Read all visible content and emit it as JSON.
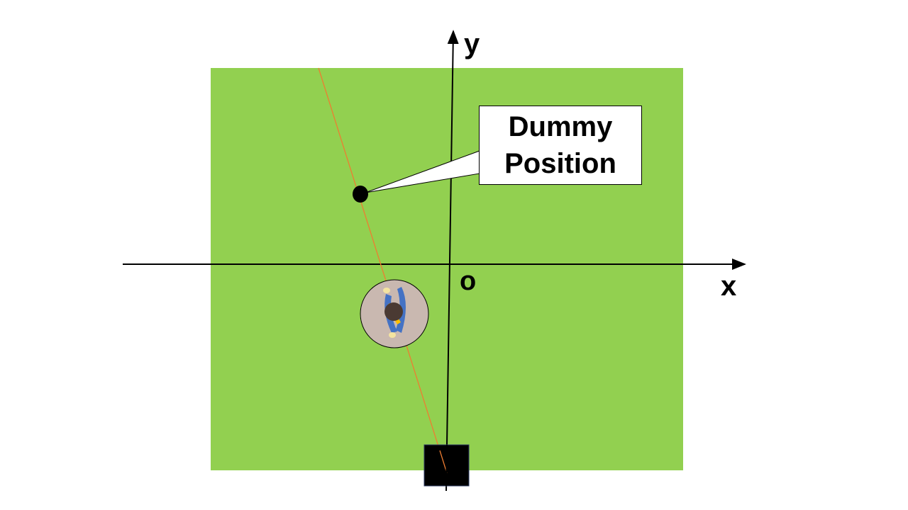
{
  "diagram": {
    "axes": {
      "x_label": "x",
      "y_label": "y",
      "origin_label": "o"
    },
    "callout": {
      "line1": "Dummy",
      "line2": "Position"
    },
    "colors": {
      "field": "#92d050",
      "axis": "#000000",
      "sight_line": "#ed7d31",
      "dummy": "#000000",
      "device": "#000000",
      "person_base": "#c9b8b0",
      "person_body": "#4472c4",
      "person_head": "#4a3a33"
    },
    "icons": {
      "person": "person-top-view-icon",
      "device": "sensor-device-icon",
      "dummy": "dummy-marker-icon"
    }
  }
}
